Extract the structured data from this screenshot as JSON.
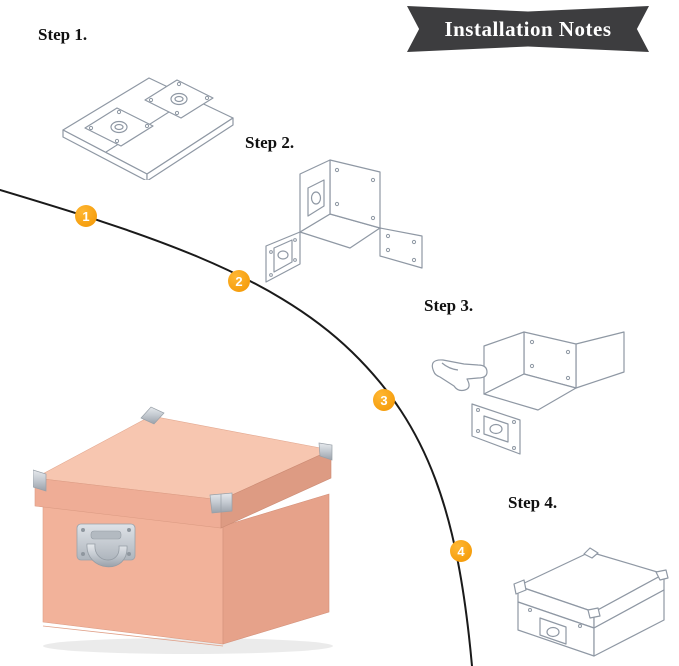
{
  "banner": {
    "title": "Installation Notes",
    "bg_color": "#3d3d3f",
    "text_color": "#ffffff"
  },
  "steps": [
    {
      "label": "Step 1.",
      "marker": "1"
    },
    {
      "label": "Step 2.",
      "marker": "2"
    },
    {
      "label": "Step 3.",
      "marker": "3"
    },
    {
      "label": "Step 4.",
      "marker": "4"
    }
  ],
  "colors": {
    "marker_orange": "#f29500",
    "sketch_line": "#8f98a4",
    "curve_black": "#1a1a1a",
    "box_pink_front": "#f2b29a",
    "box_pink_side": "#e6a28a",
    "box_pink_top": "#f7c6b0",
    "metal_silver": "#c9ced4"
  },
  "icons": {
    "product": "storage-box-photo",
    "hand": "hand-icon"
  }
}
